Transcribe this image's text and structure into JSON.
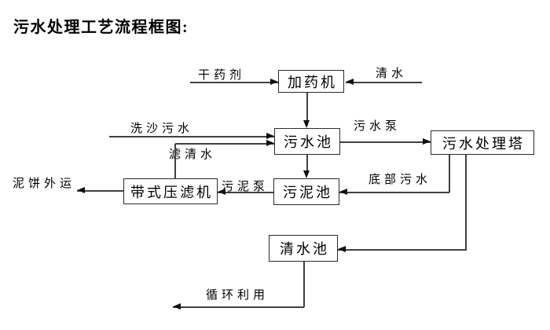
{
  "title": "污水处理工艺流程框图:",
  "nodes": {
    "dosing_machine": "加药机",
    "sewage_pool": "污水池",
    "treatment_tower": "污水处理塔",
    "sludge_pool": "污泥池",
    "belt_filter_press": "带式压滤机",
    "clean_water_pool": "清水池"
  },
  "flow_labels": {
    "dry_agent": "干药剂",
    "clean_water": "清水",
    "sand_washing_sewage": "洗沙污水",
    "filtered_water": "滤清水",
    "sewage_pump": "污水泵",
    "bottom_sewage": "底部污水",
    "sludge_pump": "污泥泵",
    "mud_cake_out": "泥饼外运",
    "recycle": "循环利用"
  },
  "edges": [
    {
      "from": "干药剂",
      "to": "加药机",
      "label": "干药剂"
    },
    {
      "from": "清水",
      "to": "加药机",
      "label": "清水"
    },
    {
      "from": "加药机",
      "to": "污水池",
      "label": ""
    },
    {
      "from": "洗沙污水",
      "to": "污水池",
      "label": "洗沙污水"
    },
    {
      "from": "带式压滤机",
      "to": "污水池",
      "label": "滤清水"
    },
    {
      "from": "污水池",
      "to": "污水处理塔",
      "label": "污水泵"
    },
    {
      "from": "污水池",
      "to": "污泥池",
      "label": ""
    },
    {
      "from": "污水处理塔",
      "to": "污泥池",
      "label": "底部污水"
    },
    {
      "from": "污泥池",
      "to": "带式压滤机",
      "label": "污泥泵"
    },
    {
      "from": "带式压滤机",
      "to": "泥饼外运",
      "label": "泥饼外运"
    },
    {
      "from": "污水处理塔",
      "to": "清水池",
      "label": ""
    },
    {
      "from": "清水池",
      "to": "循环利用",
      "label": "循环利用"
    }
  ],
  "colors": {
    "line": "#404040",
    "arrow": "#111111",
    "box_border": "#2b2b2b",
    "text": "#000000",
    "background": "#ffffff"
  }
}
